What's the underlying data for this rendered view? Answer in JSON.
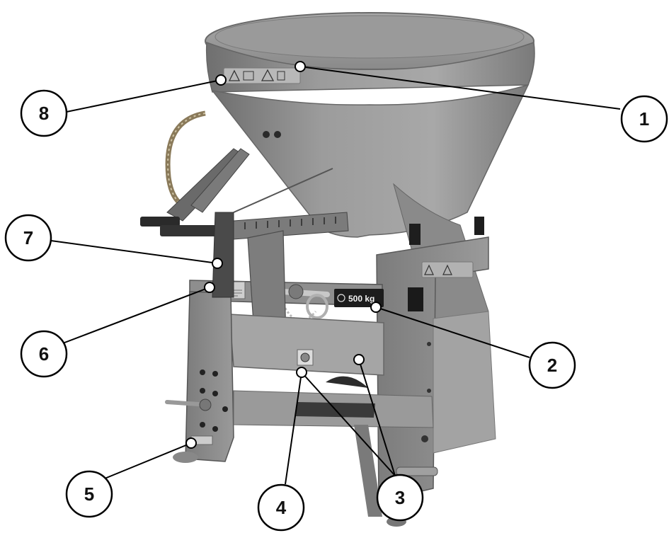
{
  "figure": {
    "callouts": [
      "1",
      "2",
      "3",
      "4",
      "5",
      "6",
      "7",
      "8"
    ],
    "load_plate_text": "500 kg",
    "colors": {
      "machine_body": "#8e8e8e",
      "machine_dark": "#5a5a5a",
      "machine_light": "#b4b4b4",
      "callout_stroke": "#000000",
      "background": "#ffffff"
    }
  }
}
